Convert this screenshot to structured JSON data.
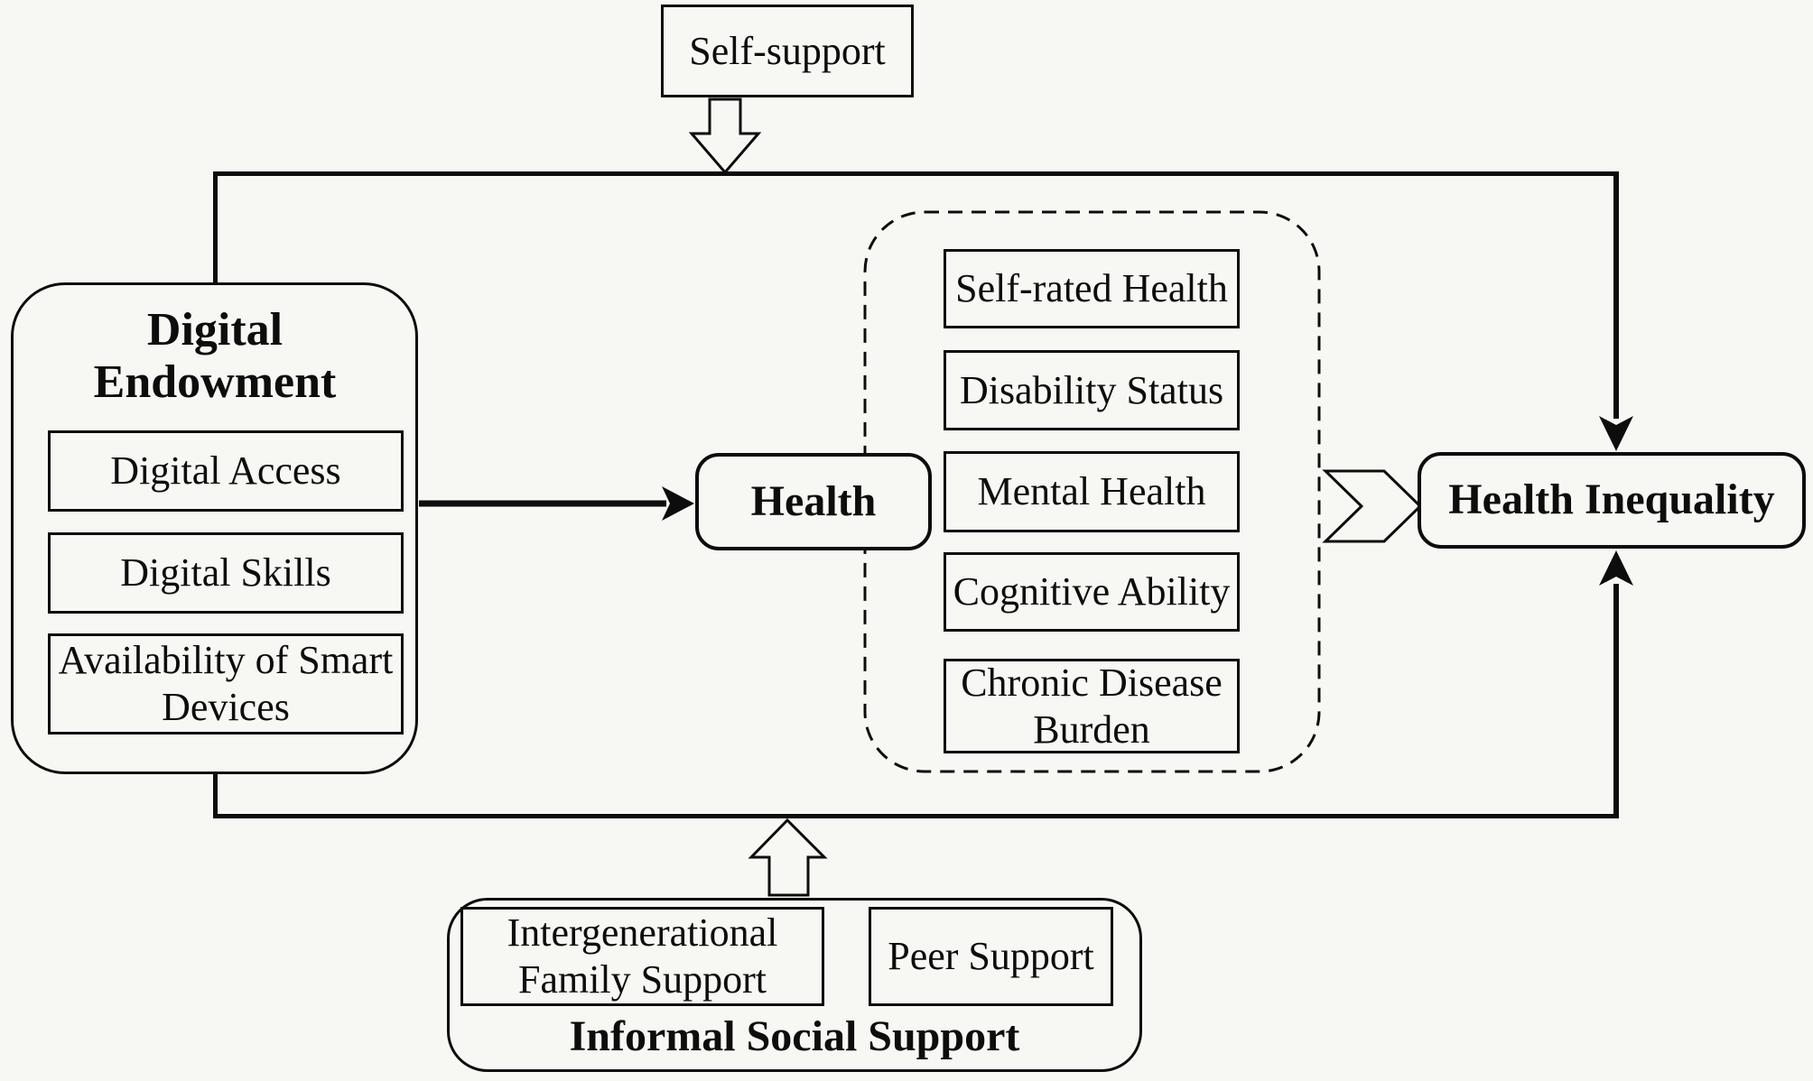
{
  "figure": {
    "background_color": "#f7f7f4",
    "line_color": "#0d0d0d"
  },
  "nodes": {
    "self_support": "Self-support",
    "digital_endowment": {
      "title": "Digital Endowment",
      "items": [
        "Digital Access",
        "Digital Skills",
        "Availability of Smart Devices"
      ]
    },
    "health": "Health",
    "health_indicators": [
      "Self-rated Health",
      "Disability Status",
      "Mental Health",
      "Cognitive Ability",
      "Chronic Disease Burden"
    ],
    "health_inequality": "Health Inequality",
    "informal_social_support": {
      "title": "Informal Social Support",
      "items": [
        "Intergenerational Family Support",
        "Peer Support"
      ]
    }
  }
}
